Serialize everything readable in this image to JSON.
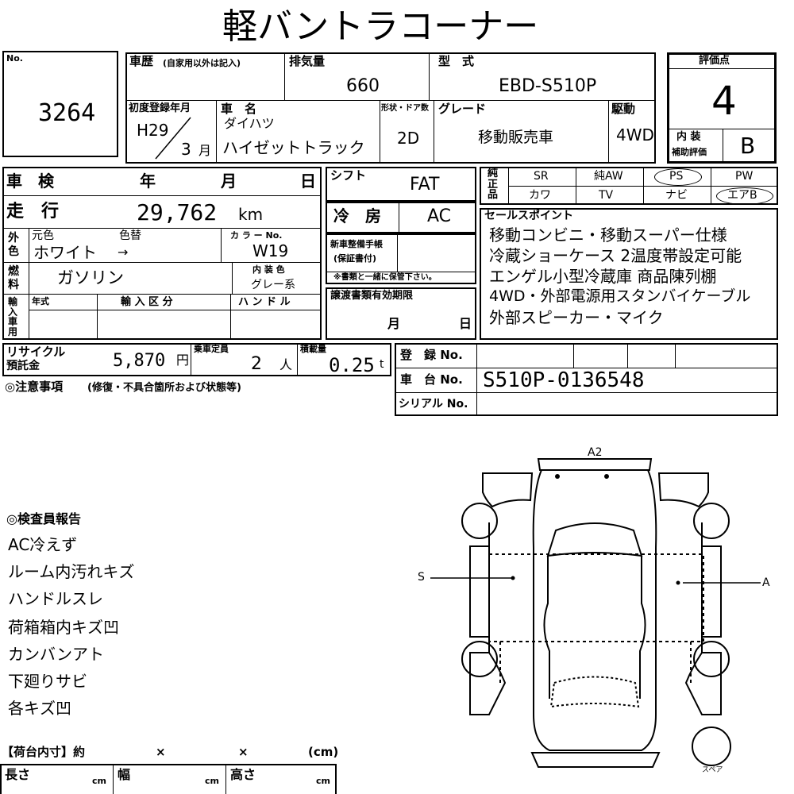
{
  "title": "軽バントラコーナー",
  "lot": {
    "label": "No.",
    "value": "3264"
  },
  "history": {
    "label": "車歴",
    "sub": "(自家用以外は記入)"
  },
  "displacement": {
    "label": "排気量",
    "value": "660"
  },
  "model": {
    "label": "型　式",
    "value": "EBD-S510P"
  },
  "score": {
    "label": "評価点",
    "value": "4"
  },
  "interior_score": {
    "label1": "内 装",
    "label2": "補助評価",
    "value": "B"
  },
  "first_reg": {
    "label": "初度登録年月",
    "year": "H29",
    "month": "3",
    "month_unit": "月"
  },
  "car_name": {
    "label": "車　名",
    "maker": "ダイハツ",
    "name": "ハイゼットトラック"
  },
  "doors": {
    "label": "形状・ドア数",
    "value": "2D"
  },
  "grade": {
    "label": "グレード",
    "value": "移動販売車"
  },
  "drive": {
    "label": "駆動",
    "value": "4WD"
  },
  "inspection": {
    "label": "車　検",
    "year": "年",
    "month": "月",
    "day": "日"
  },
  "shift": {
    "label": "シフト",
    "value": "FAT"
  },
  "equipment": {
    "label": "純正品",
    "row1": [
      "SR",
      "純AW",
      "PS",
      "PW"
    ],
    "row2": [
      "カワ",
      "TV",
      "ナビ",
      "エアB"
    ]
  },
  "mileage": {
    "label": "走　行",
    "value": "29,762",
    "unit": "km"
  },
  "ac": {
    "label": "冷　房",
    "value": "AC"
  },
  "color": {
    "label_outer": "外色",
    "orig_label": "元色",
    "change_label": "色替",
    "value": "ホワイト",
    "arrow": "→",
    "code_label": "カ ラ ー No.",
    "code": "W19",
    "interior_label": "内 装 色",
    "interior": "グレー系"
  },
  "fuel": {
    "label": "燃料",
    "value": "ガソリン"
  },
  "manual": {
    "label": "新車整備手帳",
    "sub": "(保証書付)",
    "note": "※書類と一緒に保管下さい。"
  },
  "sales_points": {
    "label": "セールスポイント",
    "lines": [
      "移動コンビニ・移動スーパー仕様",
      "冷蔵ショーケース 2温度帯設定可能",
      "エンゲル小型冷蔵庫 商品陳列棚",
      "4WD・外部電源用スタンバイケーブル",
      "外部スピーカー・マイク"
    ]
  },
  "import": {
    "label": "輸入車用",
    "year_label": "年式",
    "type_label": "輸 入 区 分",
    "handle_label": "ハ ン ド ル"
  },
  "transfer": {
    "label": "譲渡書類有効期限",
    "month": "月",
    "day": "日"
  },
  "recycle": {
    "label1": "リサイクル",
    "label2": "預託金",
    "value": "5,870",
    "unit": "円"
  },
  "capacity": {
    "label": "乗車定員",
    "value": "2",
    "unit": "人"
  },
  "load": {
    "label": "積載量",
    "value": "0.25",
    "unit": "t"
  },
  "registration": {
    "label": "登　録 No."
  },
  "chassis": {
    "label": "車　台 No.",
    "value": "S510P-0136548"
  },
  "serial": {
    "label": "シリアル No."
  },
  "caution": {
    "label": "◎注意事項",
    "sub": "(修復・不具合箇所および状態等)"
  },
  "inspector": {
    "label": "◎検査員報告",
    "lines": [
      "AC冷えず",
      "ルーム内汚れキズ",
      "ハンドルスレ",
      "荷箱箱内キズ凹",
      "カンバンアト",
      "下廻りサビ",
      "各キズ凹"
    ]
  },
  "cargo": {
    "label": "【荷台内寸】約",
    "x1": "×",
    "x2": "×",
    "unit_label": "(cm)",
    "length": "長さ",
    "width": "幅",
    "height": "高さ",
    "cm": "cm"
  },
  "diagram": {
    "a2": "A2",
    "s": "S",
    "a": "A",
    "spare": "スペア"
  }
}
